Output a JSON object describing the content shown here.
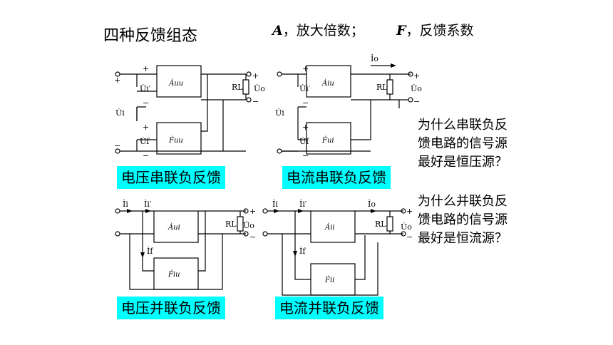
{
  "title": "四种反馈组态",
  "legend": {
    "a_sym": "A",
    "a_text": "，放大倍数；",
    "f_sym": "F",
    "f_text": "，反馈系数"
  },
  "labels": {
    "series_voltage": "电压串联负反馈",
    "series_current": "电流串联负反馈",
    "shunt_voltage": "电压并联负反馈",
    "shunt_current": "电流并联负反馈"
  },
  "questions": {
    "series": [
      "为什么串联负反",
      "馈电路的信号源",
      "最好是恒压源？"
    ],
    "shunt": [
      "为什么并联负反",
      "馈电路的信号源",
      "最好是恒流源？"
    ]
  },
  "circuits": {
    "c1": {
      "a_label": "Ȧuu",
      "f_label": "Ḟuu",
      "ui_prime": "U̇i′",
      "ui": "U̇i",
      "uf": "U̇f",
      "uo": "U̇o",
      "rl": "RL"
    },
    "c2": {
      "a_label": "Ȧiu",
      "f_label": "Ḟui",
      "ui_prime": "U̇i′",
      "ui": "U̇i",
      "uf": "U̇f",
      "uo": "U̇o",
      "io": "İo",
      "rl": "RL"
    },
    "c3": {
      "a_label": "Ȧui",
      "f_label": "Ḟiu",
      "ii": "İi",
      "ii_prime": "İi′",
      "if": "İf",
      "uo": "U̇o",
      "rl": "RL"
    },
    "c4": {
      "a_label": "Ȧii",
      "f_label": "Ḟii",
      "ii": "İi",
      "ii_prime": "İi′",
      "if": "İf",
      "io": "İo",
      "uo": "U̇o",
      "rl": "RL"
    }
  },
  "signs": {
    "plus": "+",
    "minus": "−"
  }
}
